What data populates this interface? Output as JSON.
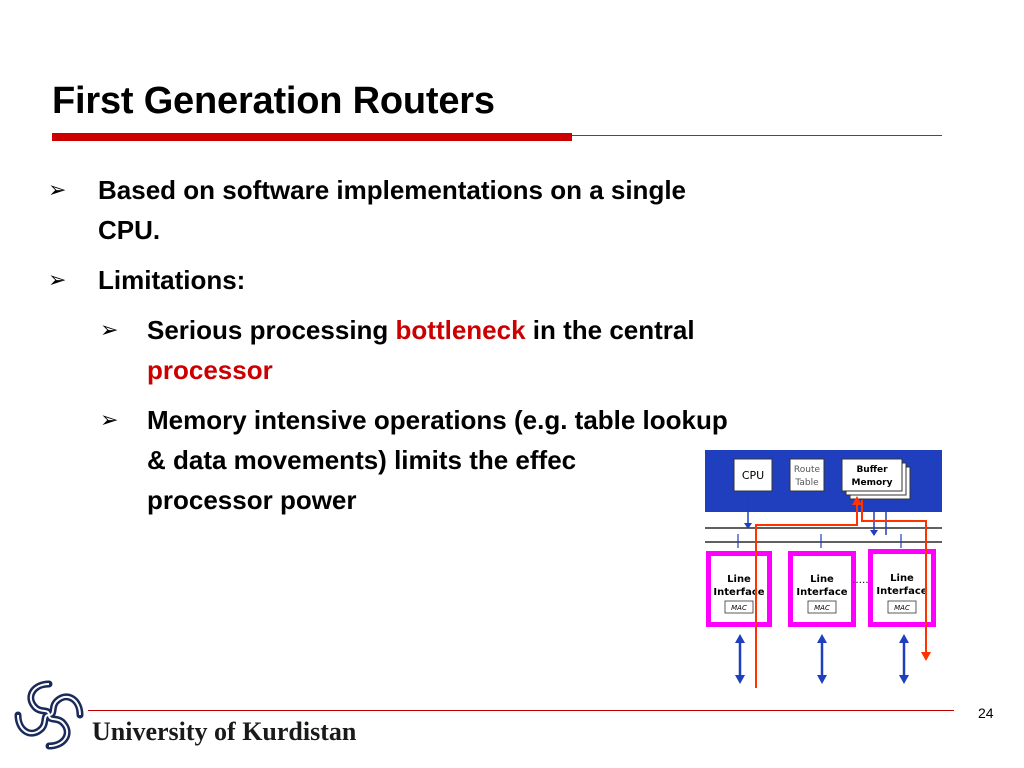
{
  "slide": {
    "title": "First Generation Routers",
    "bullets": {
      "b1_line1": "Based on software implementations on a single",
      "b1_line2": "CPU.",
      "b2": "Limitations:",
      "s1_line1_a": "Serious processing ",
      "s1_line1_b": "bottleneck",
      "s1_line1_c": " in the central",
      "s1_line2": "processor",
      "s2_line1": "Memory intensive operations (e.g. table lookup",
      "s2_line2": "& data movements) limits the effec",
      "s2_line3": "processor power"
    },
    "diagram": {
      "cpu": "CPU",
      "route_table_1": "Route",
      "route_table_2": "Table",
      "buffer_1": "Buffer",
      "buffer_2": "Memory",
      "line_1": "Line",
      "line_2": "Interface",
      "mac": "MAC",
      "dots": "……"
    },
    "footer": {
      "university": "University of Kurdistan",
      "page_number": "24"
    }
  },
  "colors": {
    "title_rule": "#cc0000",
    "emphasis": "#cc0000",
    "bus_blue": "#1f3fbf",
    "line_card_magenta": "#ff00ff",
    "packet_path": "#ff3300"
  }
}
